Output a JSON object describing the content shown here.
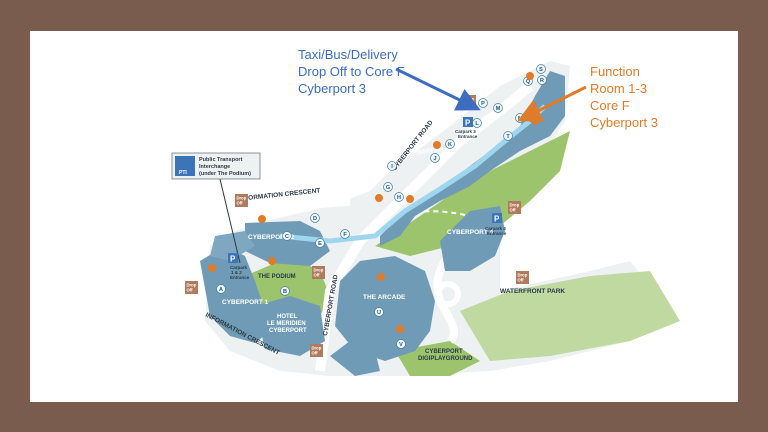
{
  "callouts": {
    "taxi": {
      "line1": "Taxi/Bus/Delivery",
      "line2": "Drop Off to Core F",
      "line3": "Cyberport 3"
    },
    "function": {
      "line1": "Function",
      "line2": "Room 1-3",
      "line3": "Core F",
      "line4": "Cyberport 3"
    }
  },
  "roads": {
    "information_crescent_top": "INFORMATION CRESCENT",
    "information_crescent_bottom": "INFORMATION CRESCENT",
    "cyberport_road_top": "CYBERPORT ROAD",
    "cyberport_road_mid": "CYBERPORT ROAD"
  },
  "buildings": {
    "cyberport1": "CYBERPORT 1",
    "cyberport2": "CYBERPORT 2",
    "cyberport3": "CYBERPORT 3",
    "cyberport4": "CYBERPORT 4",
    "hotel_line1": "HOTEL",
    "hotel_line2": "LE MERIDIEN",
    "hotel_line3": "CYBERPORT",
    "arcade": "THE ARCADE",
    "podium": "THE PODIUM",
    "waterfront": "WATERFRONT PARK",
    "digi_line1": "CYBERPORT",
    "digi_line2": "DIGIPLAYGROUND"
  },
  "legend": {
    "line1": "Public Transport",
    "line2": "Interchange",
    "line3": "(under The Podium)",
    "code": "PTI"
  },
  "parking": {
    "symbol": "P",
    "cp12_line1": "Carpark",
    "cp12_line2": "1 & 2",
    "cp12_line3": "Entrance",
    "cp3_line1": "Carpark 3",
    "cp3_line2": "Entrance",
    "cp4_line1": "Carpark 4",
    "cp4_line2": "Entrance"
  },
  "dropoff": {
    "line1": "Drop",
    "line2": "Off"
  },
  "core_letters": [
    "A",
    "B",
    "C",
    "D",
    "E",
    "F",
    "G",
    "H",
    "I",
    "J",
    "K",
    "L",
    "M",
    "N",
    "O",
    "P",
    "Q",
    "R",
    "S",
    "T",
    "U",
    "V"
  ],
  "colors": {
    "border": "#7a5c4e",
    "taxi": "#3d6cc0",
    "function": "#e07b2a",
    "building": "#6f9bb6",
    "green": "#9cc46c",
    "corridor": "#9fd6ef",
    "drop": "#b07a5c"
  }
}
